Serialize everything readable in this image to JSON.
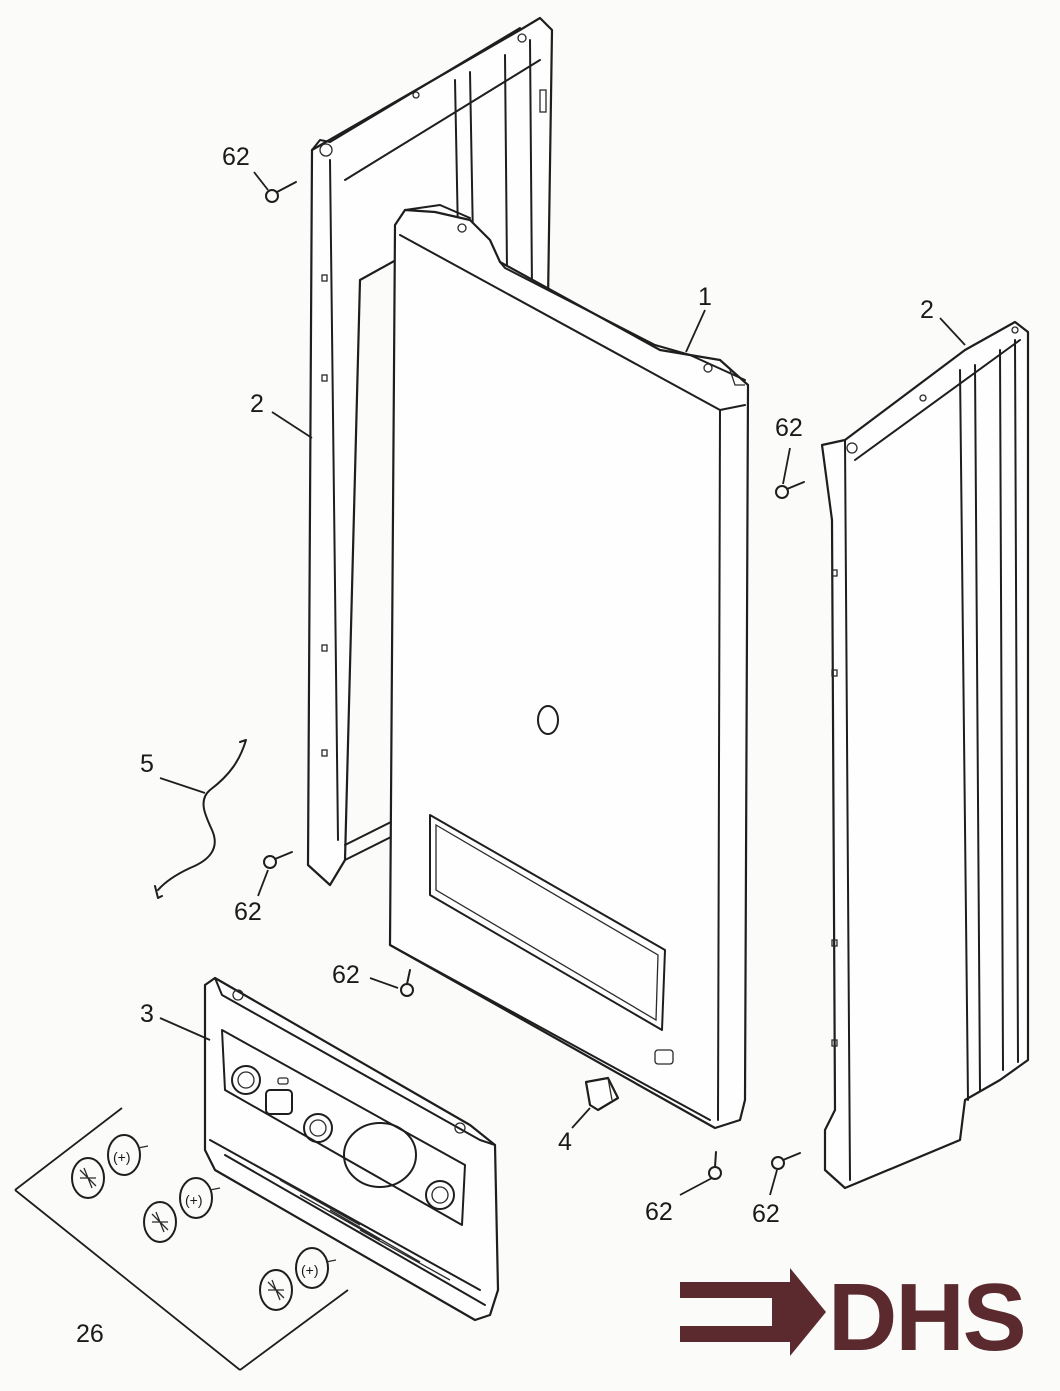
{
  "diagram": {
    "callouts": [
      {
        "id": "c1",
        "text": "1"
      },
      {
        "id": "c2a",
        "text": "2"
      },
      {
        "id": "c2b",
        "text": "2"
      },
      {
        "id": "c3",
        "text": "3"
      },
      {
        "id": "c4",
        "text": "4"
      },
      {
        "id": "c5",
        "text": "5"
      },
      {
        "id": "c26",
        "text": "26"
      },
      {
        "id": "c62a",
        "text": "62"
      },
      {
        "id": "c62b",
        "text": "62"
      },
      {
        "id": "c62c",
        "text": "62"
      },
      {
        "id": "c62d",
        "text": "62"
      },
      {
        "id": "c62e",
        "text": "62"
      },
      {
        "id": "c62f",
        "text": "62"
      }
    ]
  },
  "logo": {
    "text": "DHS",
    "color": "#5a2a2e"
  },
  "colors": {
    "line": "#1e1e1e",
    "background": "#fbfbf9"
  }
}
